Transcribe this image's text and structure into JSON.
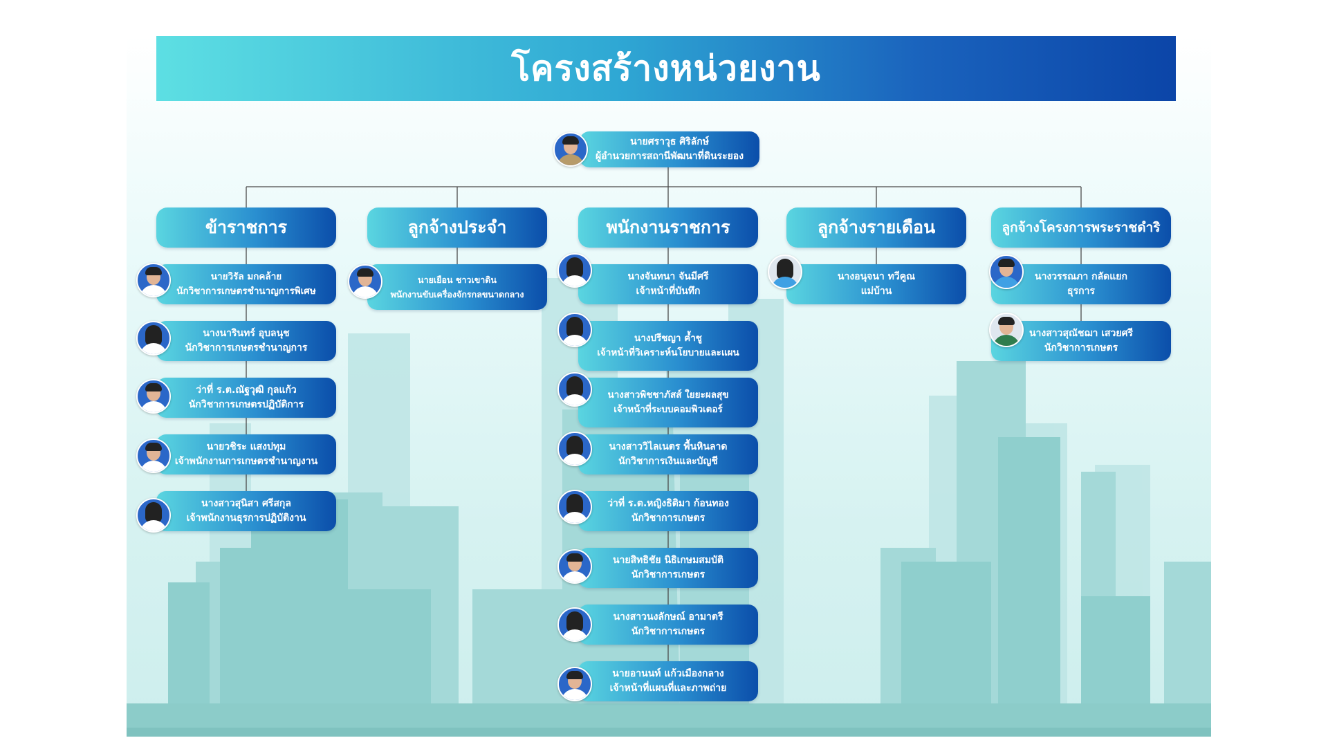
{
  "title": "โครงสร้างหน่วยงาน",
  "director": {
    "name": "นายศราวุธ ศิริลักษ์",
    "position": "ผู้อำนวยการสถานีพัฒนาที่ดินระยอง"
  },
  "columns": [
    {
      "header": "ข้าราชการ",
      "members": [
        {
          "name": "นายวิรัล มกคล้าย",
          "position": "นักวิชาการเกษตรชำนาญการพิเศษ"
        },
        {
          "name": "นางนารินทร์ อุบลนุช",
          "position": "นักวิชาการเกษตรชำนาญการ"
        },
        {
          "name": "ว่าที่ ร.ต.ณัฐวุฒิ กุลแก้ว",
          "position": "นักวิชาการเกษตรปฏิบัติการ"
        },
        {
          "name": "นายวชิระ แสงปทุม",
          "position": "เจ้าพนักงานการเกษตรชำนาญงาน"
        },
        {
          "name": "นางสาวสุนิสา ศรีสกุล",
          "position": "เจ้าพนักงานธุรการปฏิบัติงาน"
        }
      ]
    },
    {
      "header": "ลูกจ้างประจำ",
      "members": [
        {
          "name": "นายเยือน ชาวเขาดิน",
          "position": "พนักงานขับเครื่องจักรกลขนาดกลาง"
        }
      ]
    },
    {
      "header": "พนักงานราชการ",
      "members": [
        {
          "name": "นางจันทนา จันมีศรี",
          "position": "เจ้าหน้าที่บันทึก"
        },
        {
          "name": "นางปรีชญา ค้ำชู",
          "position": "เจ้าหน้าที่วิเคราะห์นโยบายและแผน"
        },
        {
          "name": "นางสาวพิชชาภัสส์ ใยยะผลสุข",
          "position": "เจ้าหน้าที่ระบบคอมพิวเตอร์"
        },
        {
          "name": "นางสาววิไลเนตร พื้นหินลาด",
          "position": "นักวิชาการเงินและบัญชี"
        },
        {
          "name": "ว่าที่ ร.ต.หญิงธิติมา ก้อนทอง",
          "position": "นักวิชาการเกษตร"
        },
        {
          "name": "นายสิทธิชัย นิธิเกษมสมบัติ",
          "position": "นักวิชาการเกษตร"
        },
        {
          "name": "นางสาวนงลักษณ์ อามาตรี",
          "position": "นักวิชาการเกษตร"
        },
        {
          "name": "นายอานนท์ แก้วเมืองกลาง",
          "position": "เจ้าหน้าที่แผนที่และภาพถ่าย"
        }
      ]
    },
    {
      "header": "ลูกจ้างรายเดือน",
      "members": [
        {
          "name": "นางอนุจนา ทวีคูณ",
          "position": "แม่บ้าน"
        }
      ]
    },
    {
      "header": "ลูกจ้างโครงการพระราชดำริ",
      "members": [
        {
          "name": "นางวรรณภา กลัดแยก",
          "position": "ธุรการ"
        },
        {
          "name": "นางสาวสุณัชฌา เสวยศรี",
          "position": "นักวิชาการเกษตร"
        }
      ]
    }
  ],
  "colors": {
    "card_start": "#5ad5e0",
    "card_end": "#0b4eaa",
    "connector": "#4a4a4a"
  }
}
